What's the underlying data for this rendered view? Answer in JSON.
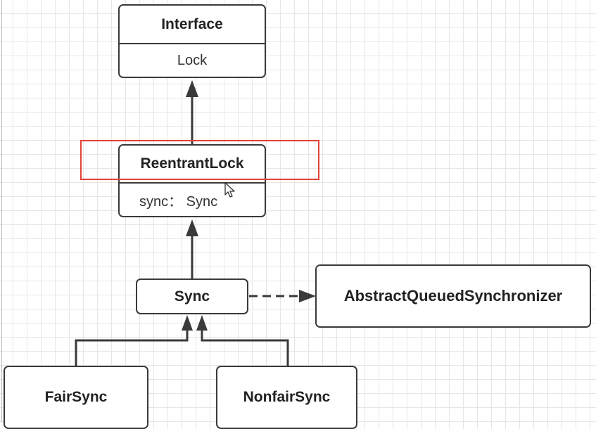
{
  "nodes": {
    "interface": {
      "header": "Interface",
      "body": "Lock"
    },
    "reentrant": {
      "header": "ReentrantLock",
      "body": "sync： Sync"
    },
    "sync": {
      "label": "Sync"
    },
    "aqs": {
      "label": "AbstractQueuedSynchronizer"
    },
    "fair": {
      "label": "FairSync"
    },
    "nonfair": {
      "label": "NonfairSync"
    }
  },
  "colors": {
    "line": "#3a3a3a",
    "highlight": "#e0443a",
    "grid": "#e6e6e6"
  }
}
